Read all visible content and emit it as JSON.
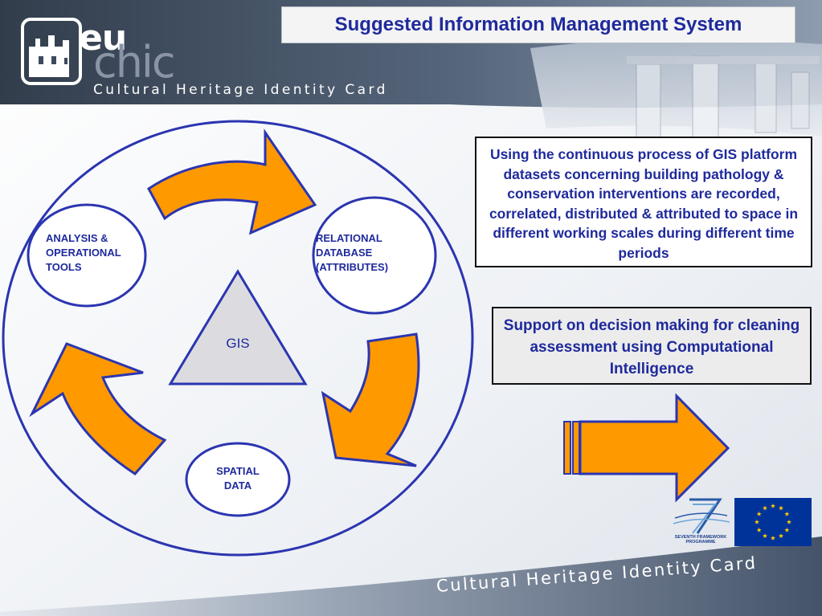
{
  "title": "Suggested Information Management System",
  "brand": {
    "logo_eu": "eu",
    "logo_chic": "chic",
    "tagline": "Cultural Heritage Identity Card",
    "footer_tagline": "Cultural Heritage Identity Card"
  },
  "diagram": {
    "center": "GIS",
    "nodes": {
      "analysis": [
        "ANALYSIS &",
        "OPERATIONAL",
        "TOOLS"
      ],
      "relational": [
        "RELATIONAL",
        "DATABASE",
        "(ATTRIBUTES)"
      ],
      "spatial": [
        "SPATIAL",
        "DATA"
      ]
    }
  },
  "info_box": "Using the continuous process of GIS platform datasets concerning building pathology & conservation interventions are recorded, correlated, distributed & attributed to space in different working scales during different time periods",
  "support_box": "Support on decision making for cleaning assessment using Computational Intelligence",
  "funding": {
    "fp7_label": "SEVENTH FRAMEWORK PROGRAMME",
    "fp7_digit": "7"
  },
  "colors": {
    "accent_blue": "#1f2a9c",
    "arrow_orange": "#ff9900",
    "header_dark": "#3c4a5c",
    "eu_blue": "#003399",
    "eu_star": "#ffcc00"
  }
}
